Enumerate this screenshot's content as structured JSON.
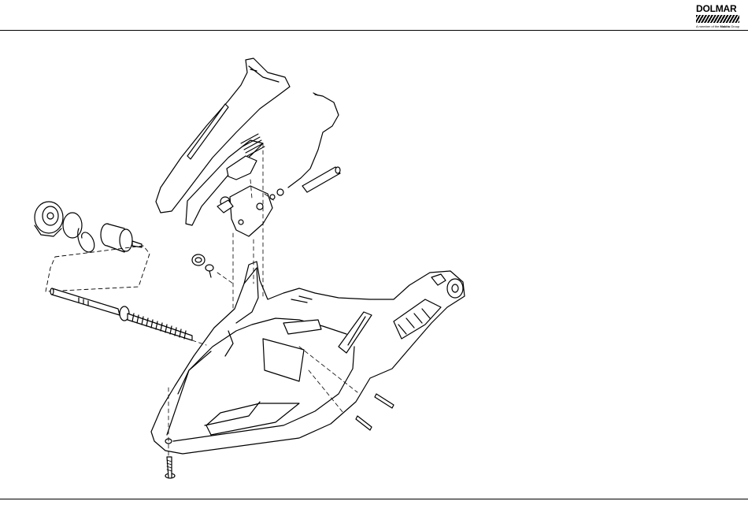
{
  "header": {
    "logo": {
      "brand": "DOLMAR",
      "tagline_prefix": "A member of the",
      "tagline_group": "Makita",
      "tagline_suffix": "Group"
    }
  },
  "diagram": {
    "type": "exploded-parts-view",
    "line_color": "#000000",
    "fill_color": "#ffffff"
  }
}
